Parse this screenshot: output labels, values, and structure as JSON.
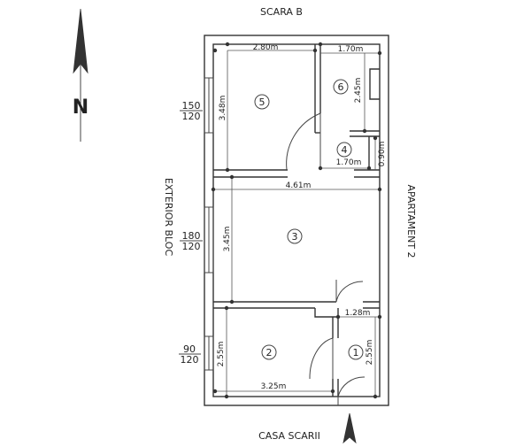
{
  "outer": {
    "top": "SCARA B",
    "bottom": "CASA SCARII",
    "left": "EXTERIOR BLOC",
    "right": "APARTAMENT 2"
  },
  "north": {
    "label": "N"
  },
  "windows": [
    {
      "top": "150",
      "bottom": "120"
    },
    {
      "top": "180",
      "bottom": "120"
    },
    {
      "top": "90",
      "bottom": "120"
    }
  ],
  "rooms": [
    {
      "id": "5",
      "width": "2.80m",
      "height": "3.48m"
    },
    {
      "id": "6",
      "width": "1.70m",
      "height": "2.45m"
    },
    {
      "id": "4",
      "width": "1.70m",
      "height": "0.90m"
    },
    {
      "id": "3",
      "width": "4.61m",
      "height": "3.45m"
    },
    {
      "id": "2",
      "width": "3.25m",
      "height": "2.55m"
    },
    {
      "id": "1",
      "width": "1.28m",
      "height": "2.55m"
    }
  ]
}
